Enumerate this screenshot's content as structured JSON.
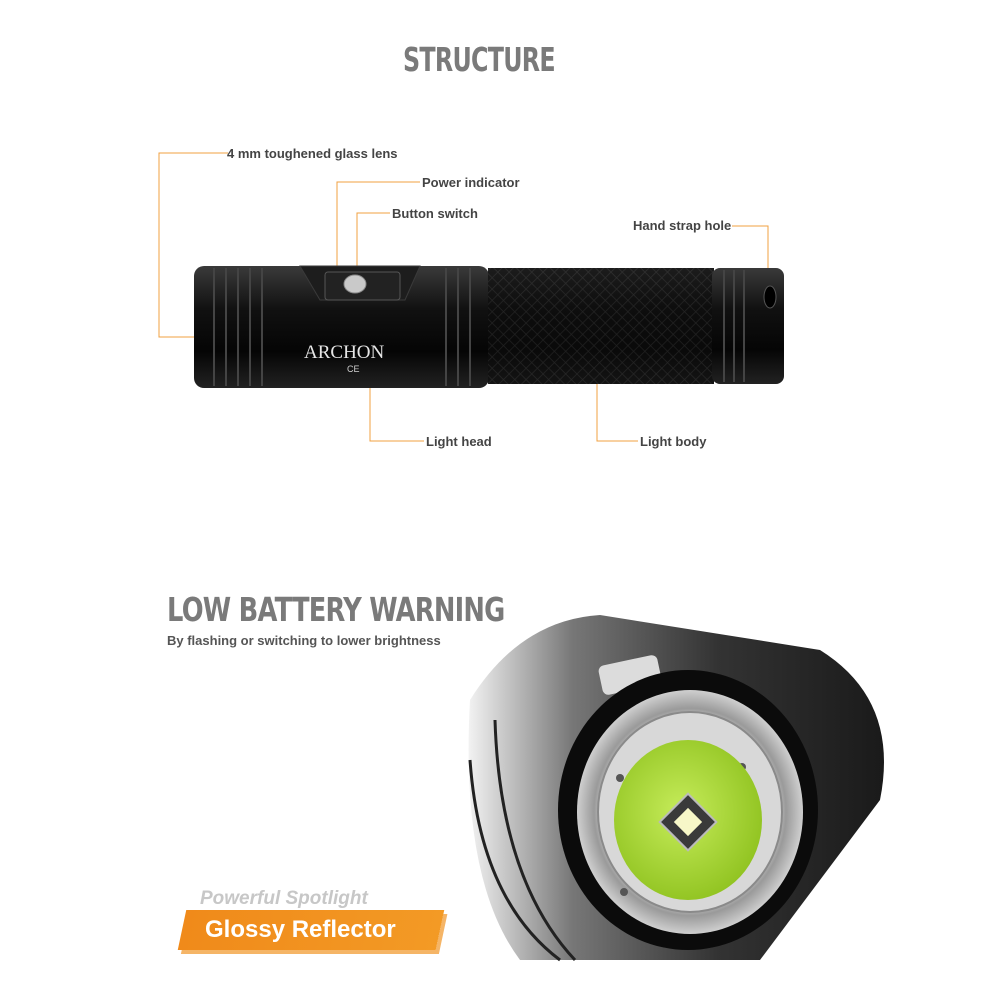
{
  "structure": {
    "title": "STRUCTURE",
    "callouts": {
      "lens": "4 mm toughened glass lens",
      "power_indicator": "Power indicator",
      "button_switch": "Button switch",
      "strap_hole": "Hand strap hole",
      "light_head": "Light head",
      "light_body": "Light body"
    },
    "brand": "ARCHON",
    "cert": "CE"
  },
  "low_battery": {
    "title": "LOW BATTERY WARNING",
    "subtitle": "By flashing or switching to lower brightness"
  },
  "spotlight": {
    "tagline": "Powerful Spotlight",
    "banner": "Glossy Reflector"
  },
  "colors": {
    "callout_line": "#f0a040",
    "accent_orange": "#f08a1a",
    "led_green": "#9fd22a"
  }
}
